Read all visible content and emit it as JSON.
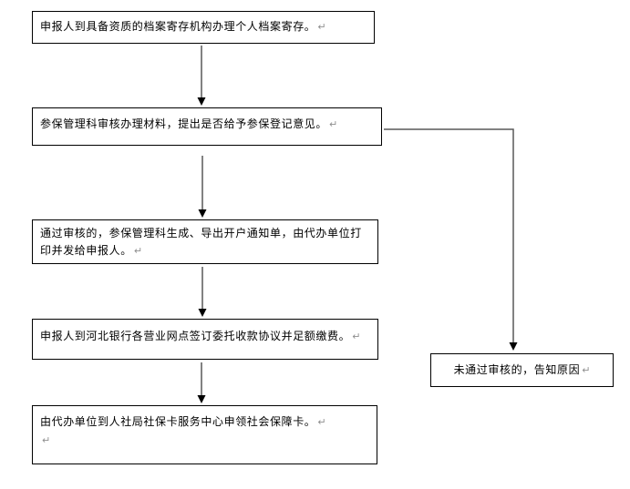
{
  "flowchart": {
    "nodes": {
      "archive": {
        "text": "申报人到具备资质的档案寄存机构办理个人档案寄存。"
      },
      "review": {
        "text": "参保管理科审核办理材料，提出是否给予参保登记意见。"
      },
      "notice": {
        "text": "通过审核的，参保管理科生成、导出开户通知单，由代办单位打印并发给申报人。"
      },
      "bank": {
        "text": "申报人到河北银行各营业网点签订委托收款协议并足额缴费。"
      },
      "card": {
        "text": "由代办单位到人社局社保卡服务中心申领社会保障卡。"
      },
      "reject": {
        "text": "未通过审核的，告知原因"
      }
    },
    "marks": {
      "return_mark": "↵"
    },
    "colors": {
      "box_border": "#000000",
      "connector_line": "#595959",
      "arrowhead": "#000000",
      "return_mark": "#8f8f8f",
      "background": "#ffffff"
    }
  }
}
